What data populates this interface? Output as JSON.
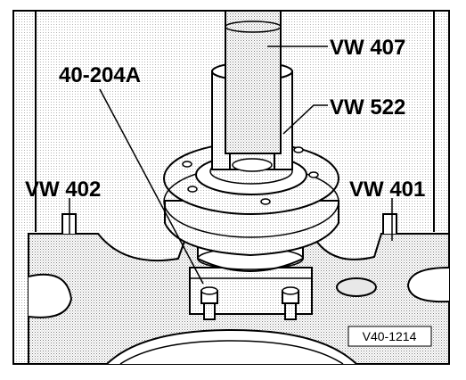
{
  "labels": {
    "vw407": "VW 407",
    "vw522": "VW 522",
    "tool_40_204a": "40-204A",
    "vw402": "VW 402",
    "vw401": "VW 401"
  },
  "figure_ref": "V40-1214",
  "colors": {
    "stroke": "#000000",
    "background": "#ffffff",
    "shade": "#d9d9d9"
  }
}
